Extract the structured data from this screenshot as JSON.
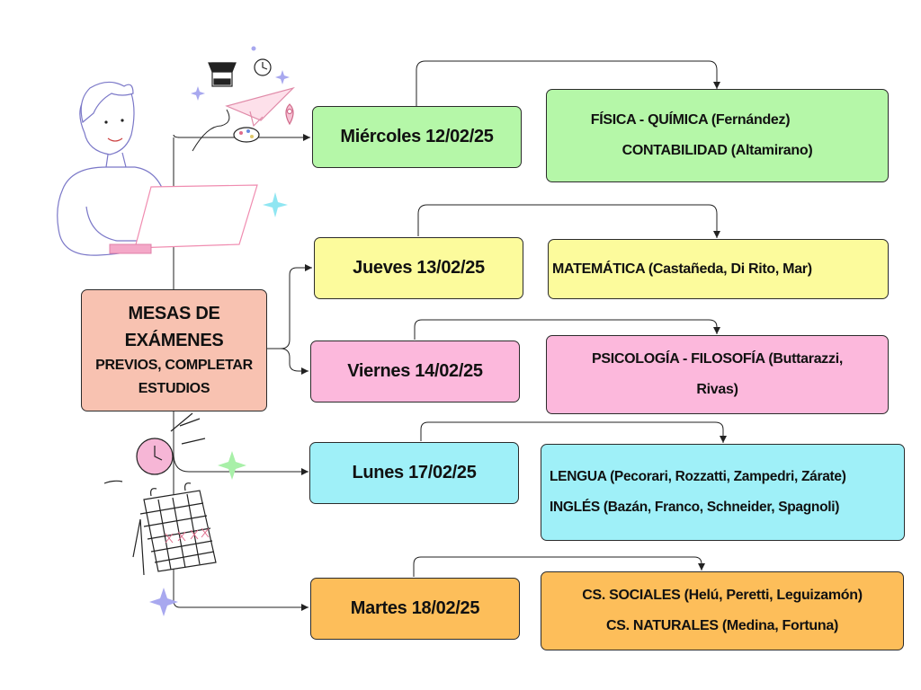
{
  "main": {
    "title_line1": "MESAS DE",
    "title_line2": "EXÁMENES",
    "subtitle_line1": "PREVIOS, COMPLETAR",
    "subtitle_line2": "ESTUDIOS"
  },
  "rows": [
    {
      "date": "Miércoles 12/02/25",
      "subjects": [
        "FÍSICA - QUÍMICA (Fernández)",
        "CONTABILIDAD (Altamirano)"
      ],
      "color": "#b5f7a8"
    },
    {
      "date": "Jueves 13/02/25",
      "subjects": [
        "MATEMÁTICA (Castañeda, Di Rito, Mar)"
      ],
      "color": "#fcfb9c"
    },
    {
      "date": "Viernes 14/02/25",
      "subjects": [
        "PSICOLOGÍA - FILOSOFÍA (Buttarazzi,",
        "Rivas)"
      ],
      "color": "#fcb8dc"
    },
    {
      "date": "Lunes 17/02/25",
      "subjects": [
        "LENGUA (Pecorari, Rozzatti, Zampedri, Zárate)",
        "INGLÉS (Bazán, Franco, Schneider, Spagnoli)"
      ],
      "color": "#9ff0f8"
    },
    {
      "date": "Martes 18/02/25",
      "subjects": [
        "CS. SOCIALES (Helú, Peretti, Leguizamón)",
        "CS. NATURALES (Medina, Fortuna)"
      ],
      "color": "#fdbe5a"
    }
  ],
  "illustrations": [
    "person-with-laptop-illustration",
    "paper-plane-icon",
    "shop-icon",
    "clock-icon",
    "location-pin-icon",
    "palette-icon",
    "sparkle-icon",
    "calendar-icon",
    "alarm-clock-icon"
  ]
}
